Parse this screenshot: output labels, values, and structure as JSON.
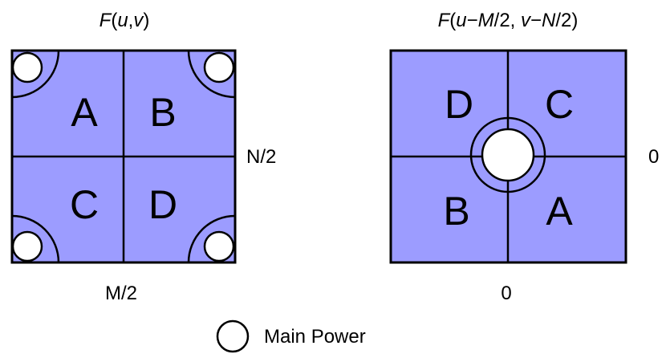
{
  "colors": {
    "fill": "#9c9cff",
    "stroke": "#000000",
    "hole": "#ffffff"
  },
  "left_panel": {
    "title_parts": [
      "F",
      "(",
      "u",
      ",",
      "v",
      ")"
    ],
    "quadrants": {
      "top_left": "A",
      "top_right": "B",
      "bottom_left": "C",
      "bottom_right": "D"
    },
    "right_label": "N/2",
    "bottom_label": "M/2"
  },
  "right_panel": {
    "title_parts": [
      "F",
      "(",
      "u",
      "−",
      "M",
      "/2, ",
      "v",
      "−",
      "N",
      "/2)"
    ],
    "quadrants": {
      "top_left": "D",
      "top_right": "C",
      "bottom_left": "B",
      "bottom_right": "A"
    },
    "right_label": "0",
    "bottom_label": "0"
  },
  "legend": {
    "icon": "circle-icon",
    "label": "Main Power"
  }
}
